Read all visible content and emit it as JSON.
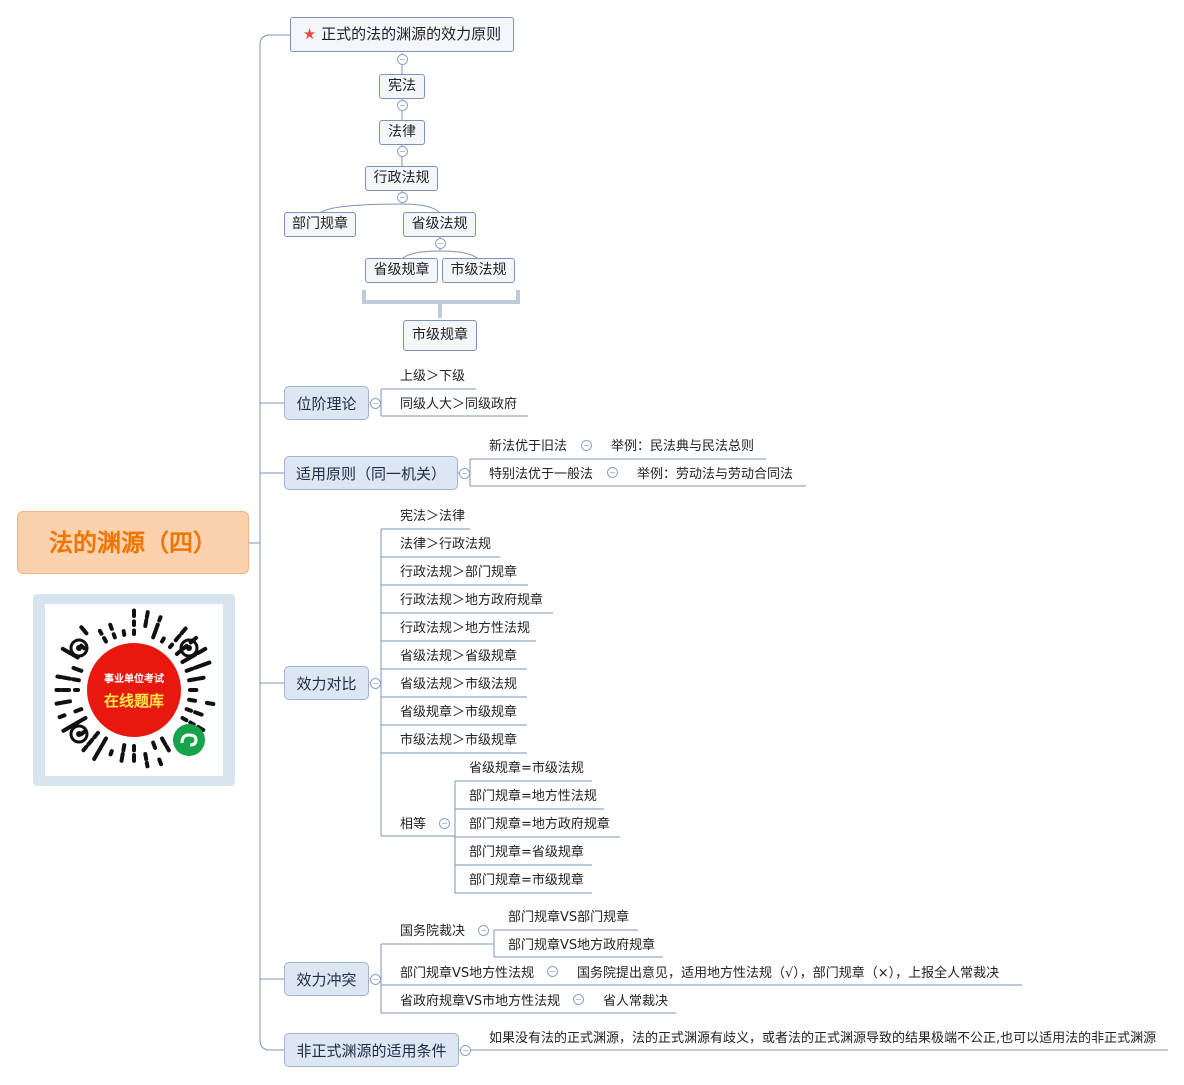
{
  "root": {
    "title": "法的渊源（四）"
  },
  "qr": {
    "line1": "事业单位考试",
    "line2": "在线题库"
  },
  "branch1": {
    "title": "正式的法的渊源的效力原则",
    "chain": [
      "宪法",
      "法律",
      "行政法规"
    ],
    "split": [
      "部门规章",
      "省级法规"
    ],
    "sub": [
      "省级规章",
      "市级法规"
    ],
    "bottom": "市级规章"
  },
  "branch2": {
    "title": "位阶理论",
    "items": [
      "上级＞下级",
      "同级人大＞同级政府"
    ]
  },
  "branch3": {
    "title": "适用原则（同一机关）",
    "items": [
      {
        "label": "新法优于旧法",
        "example": "举例：民法典与民法总则"
      },
      {
        "label": "特别法优于一般法",
        "example": "举例：劳动法与劳动合同法"
      }
    ]
  },
  "branch4": {
    "title": "效力对比",
    "items": [
      "宪法＞法律",
      "法律＞行政法规",
      "行政法规＞部门规章",
      "行政法规＞地方政府规章",
      "行政法规＞地方性法规",
      "省级法规＞省级规章",
      "省级法规＞市级法规",
      "省级规章＞市级规章",
      "市级法规＞市级规章"
    ],
    "equal": {
      "label": "相等",
      "items": [
        "省级规章=市级法规",
        "部门规章=地方性法规",
        "部门规章=地方政府规章",
        "部门规章=省级规章",
        "部门规章=市级规章"
      ]
    }
  },
  "branch5": {
    "title": "效力冲突",
    "state": {
      "label": "国务院裁决",
      "items": [
        "部门规章VS部门规章",
        "部门规章VS地方政府规章"
      ]
    },
    "local": {
      "label": "部门规章VS地方性法规",
      "detail": "国务院提出意见，适用地方性法规（√），部门规章（×），上报全人常裁决"
    },
    "prov": {
      "label": "省政府规章VS市地方性法规",
      "detail": "省人常裁决"
    }
  },
  "branch6": {
    "title": "非正式渊源的适用条件",
    "detail": "如果没有法的正式渊源，法的正式渊源有歧义，或者法的正式渊源导致的结果极端不公正,也可以适用法的非正式渊源"
  },
  "colors": {
    "line": "#7d93bd",
    "branch_bg": "#dde6f3",
    "root_bg": "#fbd1ae",
    "root_text": "#f07500",
    "star": "#e84c3d"
  }
}
